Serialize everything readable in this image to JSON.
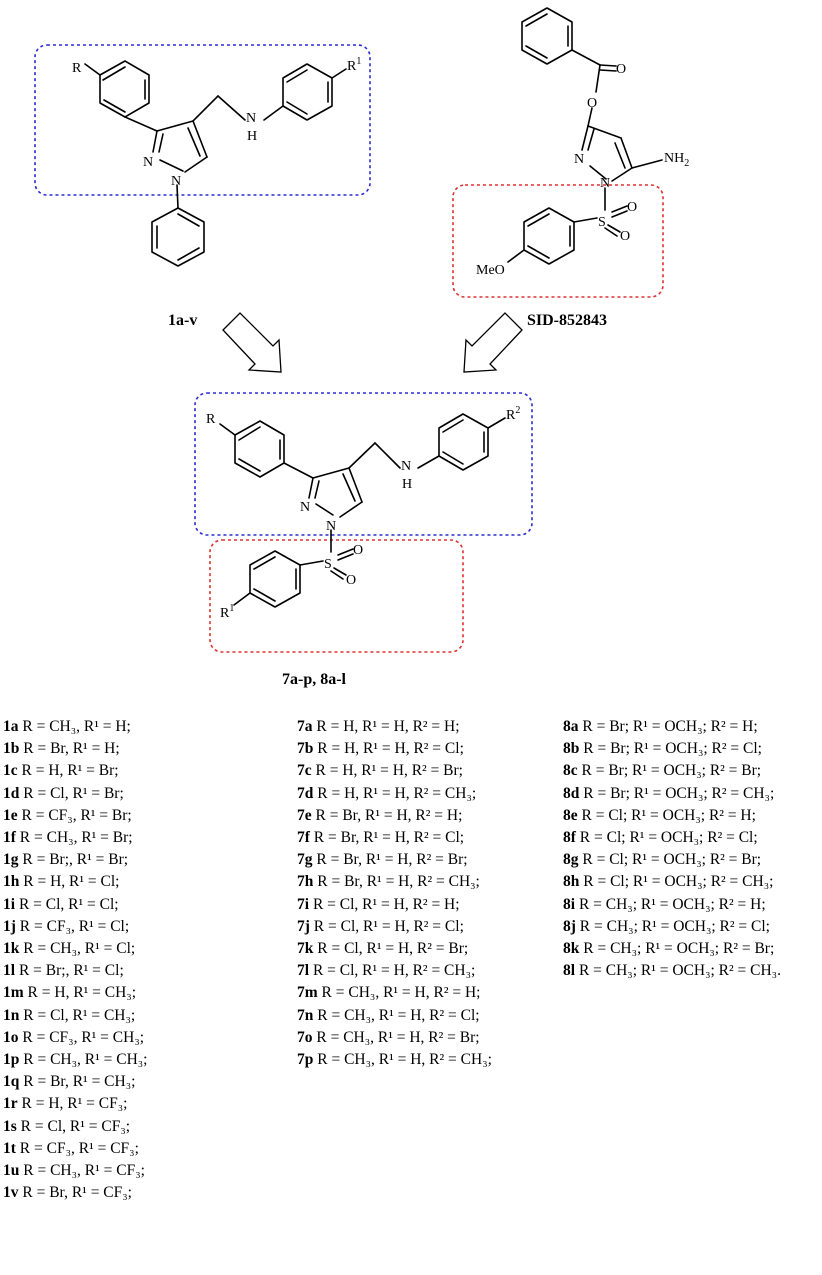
{
  "compounds": {
    "lead_1": "1a-v",
    "lead_2": "SID-852843",
    "target": "7a-p, 8a-l"
  },
  "atoms": {
    "R": "R",
    "R1": "R",
    "R1_sup": "1",
    "R2": "R",
    "R2_sup": "2",
    "N": "N",
    "H": "H",
    "O": "O",
    "S": "S",
    "NH2_main": "NH",
    "NH2_sub": "2",
    "MeO": "MeO"
  },
  "colors": {
    "blue_box": "#2b2bd6",
    "red_box": "#e03030"
  },
  "list_1": [
    {
      "id": "1a",
      "text": " R = CH₃, R¹ = H;"
    },
    {
      "id": "1b",
      "text": " R = Br, R¹ = H;"
    },
    {
      "id": "1c",
      "text": "  R = H, R¹ = Br;"
    },
    {
      "id": "1d",
      "text": "  R = Cl, R¹ = Br;"
    },
    {
      "id": "1e",
      "text": " R = CF₃, R¹ = Br;"
    },
    {
      "id": "1f",
      "text": " R = CH₃, R¹ = Br;"
    },
    {
      "id": "1g",
      "text": "  R = Br;, R¹ = Br;"
    },
    {
      "id": "1h",
      "text": "  R = H, R¹ = Cl;"
    },
    {
      "id": "1i",
      "text": " R = Cl, R¹ = Cl;"
    },
    {
      "id": "1j",
      "text": " R = CF₃, R¹ = Cl;"
    },
    {
      "id": "1k",
      "text": " R = CH₃, R¹ = Cl;"
    },
    {
      "id": "1l",
      "text": "  R = Br;, R¹ = Cl;"
    },
    {
      "id": "1m",
      "text": "  R = H, R¹ = CH₃;"
    },
    {
      "id": "1n",
      "text": "  R = Cl, R¹ = CH₃;"
    },
    {
      "id": "1o",
      "text": "  R = CF₃,  R¹ = CH₃;"
    },
    {
      "id": "1p",
      "text": "  R = CH₃,  R¹ = CH₃;"
    },
    {
      "id": "1q",
      "text": "  R = Br, R¹ = CH₃;"
    },
    {
      "id": "1r",
      "text": "  R = H, R¹ = CF₃;"
    },
    {
      "id": "1s",
      "text": "  R = Cl, R¹ = CF₃;"
    },
    {
      "id": "1t",
      "text": "  R = CF₃,  R¹ = CF₃;"
    },
    {
      "id": "1u",
      "text": "  R = CH₃,  R¹ = CF₃;"
    },
    {
      "id": "1v",
      "text": " R = Br, R¹ = CF₃;"
    }
  ],
  "list_7": [
    {
      "id": "7a",
      "text": "  R = H, R¹ = H, R² = H;"
    },
    {
      "id": "7b",
      "text": "  R = H, R¹ = H, R² = Cl;"
    },
    {
      "id": "7c",
      "text": "  R = H, R¹ = H, R² = Br;"
    },
    {
      "id": "7d",
      "text": "  R = H, R¹ = H, R² = CH₃;"
    },
    {
      "id": "7e",
      "text": "  R = Br, R¹ = H, R² = H;"
    },
    {
      "id": "7f",
      "text": "  R = Br, R¹ = H, R² = Cl;"
    },
    {
      "id": "7g",
      "text": "  R = Br, R¹ = H, R² = Br;"
    },
    {
      "id": "7h",
      "text": "  R = Br, R¹ = H, R² = CH₃;"
    },
    {
      "id": "7i",
      "text": "  R = Cl, R¹ = H, R² = H;"
    },
    {
      "id": "7j",
      "text": "  R = Cl, R¹ = H, R² = Cl;"
    },
    {
      "id": "7k",
      "text": "  R = Cl, R¹ = H, R² =  Br;"
    },
    {
      "id": "7l",
      "text": "  R = Cl, R¹ = H, R² = CH₃;"
    },
    {
      "id": "7m",
      "text": " R = CH₃, R¹ = H, R² = H;"
    },
    {
      "id": "7n",
      "text": "  R = CH₃, R¹ = H, R² = Cl;"
    },
    {
      "id": "7o",
      "text": "  R = CH₃, R¹ = H, R² = Br;"
    },
    {
      "id": "7p",
      "text": "  R = CH₃, R¹ = H, R² = CH₃;"
    }
  ],
  "list_8": [
    {
      "id": "8a",
      "text": "   R = Br; R¹ = OCH₃; R² = H;"
    },
    {
      "id": "8b",
      "text": "   R = Br; R¹ = OCH₃; R² = Cl;"
    },
    {
      "id": "8c",
      "text": "    R = Br; R¹ = OCH₃; R² = Br;"
    },
    {
      "id": "8d",
      "text": "   R = Br; R¹ = OCH₃; R² = CH₃;"
    },
    {
      "id": "8e",
      "text": "   R = Cl; R¹ = OCH₃; R² = H;"
    },
    {
      "id": "8f",
      "text": "   R = Cl; R¹ = OCH₃; R² = Cl;"
    },
    {
      "id": "8g",
      "text": "  R = Cl; R¹ = OCH₃; R² = Br;"
    },
    {
      "id": "8h",
      "text": "   R = Cl; R¹ = OCH₃; R² = CH₃;"
    },
    {
      "id": "8i",
      "text": "   R = CH₃; R¹ = OCH₃; R² = H;"
    },
    {
      "id": "8j",
      "text": "   R = CH₃; R¹ = OCH₃; R² = Cl;"
    },
    {
      "id": "8k",
      "text": "  R = CH₃; R¹ = OCH₃; R² = Br;"
    },
    {
      "id": "8l",
      "text": "  R = CH₃; R¹ = OCH₃; R² = CH₃."
    }
  ]
}
